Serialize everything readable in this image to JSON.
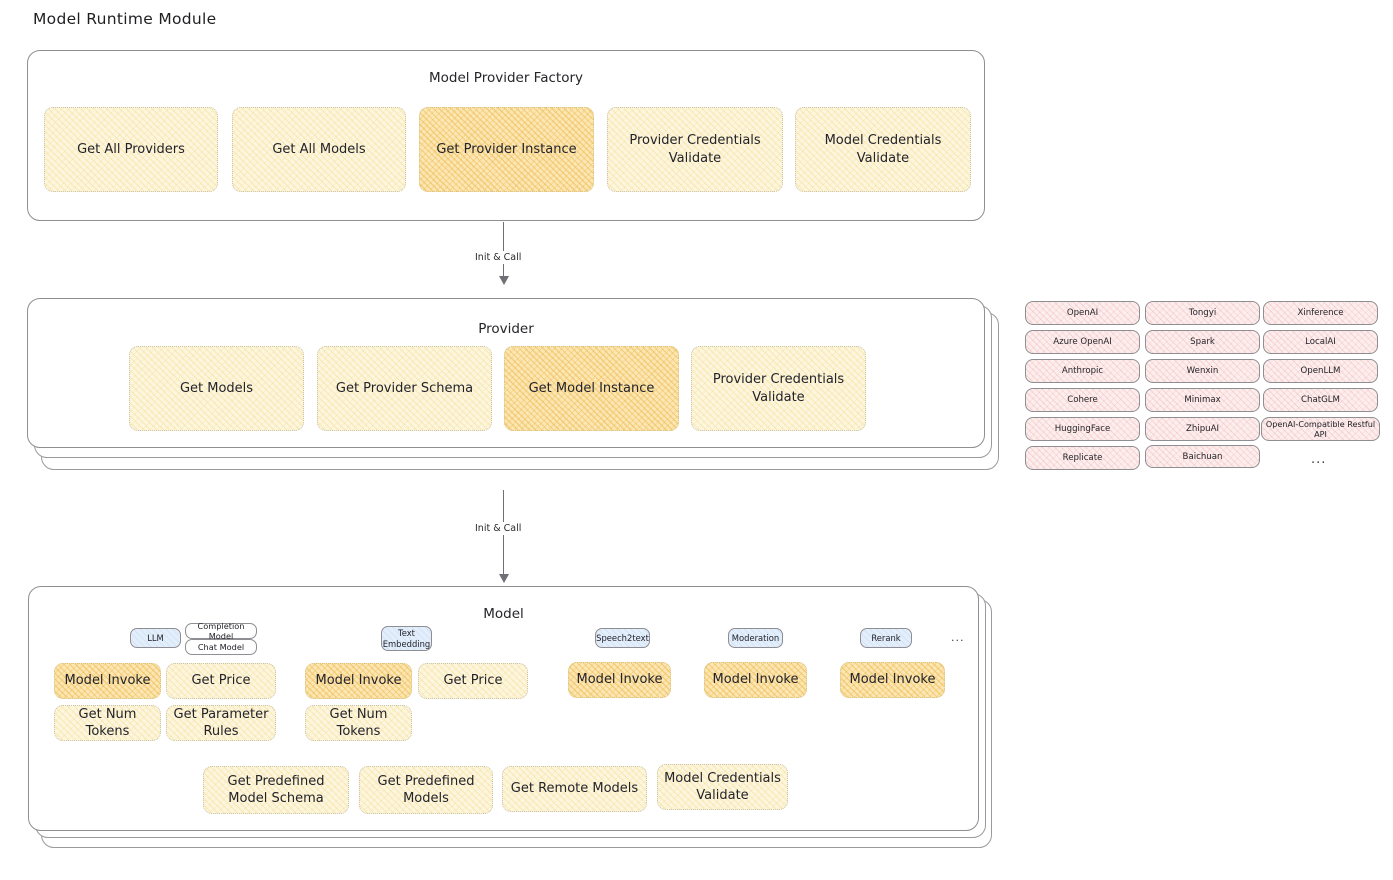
{
  "page": {
    "title": "Model Runtime Module"
  },
  "factory": {
    "title": "Model Provider Factory",
    "nodes": [
      {
        "label": "Get All Providers",
        "highlighted": false
      },
      {
        "label": "Get All Models",
        "highlighted": false
      },
      {
        "label": "Get Provider Instance",
        "highlighted": true
      },
      {
        "label": "Provider Credentials Validate",
        "highlighted": false
      },
      {
        "label": "Model Credentials Validate",
        "highlighted": false
      }
    ]
  },
  "arrow1": {
    "label": "Init & Call"
  },
  "provider": {
    "title": "Provider",
    "nodes": [
      {
        "label": "Get Models",
        "highlighted": false
      },
      {
        "label": "Get Provider Schema",
        "highlighted": false
      },
      {
        "label": "Get Model Instance",
        "highlighted": true
      },
      {
        "label": "Provider Credentials Validate",
        "highlighted": false
      }
    ]
  },
  "arrow2": {
    "label": "Init & Call"
  },
  "provider_list": {
    "columns": [
      [
        "OpenAI",
        "Azure OpenAI",
        "Anthropic",
        "Cohere",
        "HuggingFace",
        "Replicate"
      ],
      [
        "Tongyi",
        "Spark",
        "Wenxin",
        "Minimax",
        "ZhipuAI",
        "Baichuan"
      ],
      [
        "Xinference",
        "LocalAI",
        "OpenLLM",
        "ChatGLM",
        "OpenAI-Compatible Restful API"
      ]
    ],
    "more": "..."
  },
  "model": {
    "title": "Model",
    "more": "...",
    "types": [
      {
        "badge": "LLM",
        "sub_badges": [
          "Completion Model",
          "Chat Model"
        ],
        "methods": [
          "Model Invoke",
          "Get Price",
          "Get Num Tokens",
          "Get Parameter Rules"
        ]
      },
      {
        "badge": "Text Embedding",
        "sub_badges": [],
        "methods": [
          "Model Invoke",
          "Get Price",
          "Get Num Tokens"
        ]
      },
      {
        "badge": "Speech2text",
        "sub_badges": [],
        "methods": [
          "Model Invoke"
        ]
      },
      {
        "badge": "Moderation",
        "sub_badges": [],
        "methods": [
          "Model Invoke"
        ]
      },
      {
        "badge": "Rerank",
        "sub_badges": [],
        "methods": [
          "Model Invoke"
        ]
      }
    ],
    "shared_methods": [
      "Get Predefined Model Schema",
      "Get Predefined Models",
      "Get Remote Models",
      "Model Credentials Validate"
    ]
  },
  "colors": {
    "node_fill": "#fdf6df",
    "node_fill_highlight": "#fbe6b4",
    "chip_fill": "#fdeeee",
    "badge_fill": "#e3eefb",
    "stroke": "#8e8e93"
  }
}
